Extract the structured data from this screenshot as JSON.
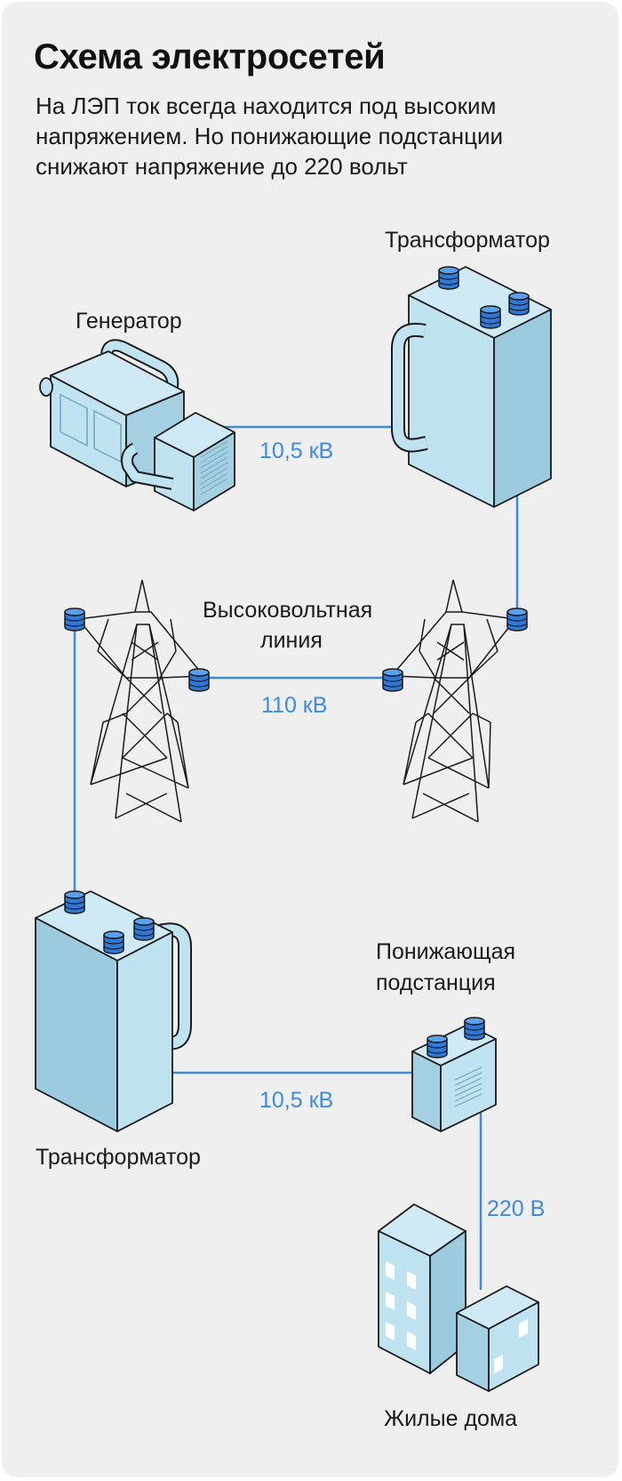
{
  "header": {
    "title": "Схема электросетей",
    "subtitle_lines": [
      "На ЛЭП ток всегда находится под высоким",
      "напряжением. Но понижающие подстанции",
      "снижают напряжение до 220 вольт"
    ]
  },
  "nodes": {
    "generator": "Генератор",
    "transformer_top": "Трансформатор",
    "hv_line_line1": "Высоковольтная",
    "hv_line_line2": "линия",
    "transformer_bottom": "Трансформатор",
    "substation_line1": "Понижающая",
    "substation_line2": "подстанция",
    "houses": "Жилые дома"
  },
  "voltages": {
    "generator_to_transformer": "10,5 кВ",
    "hv_line": "110 кВ",
    "transformer_to_substation": "10,5 кВ",
    "substation_to_houses": "220 В"
  },
  "colors": {
    "background": "#efefef",
    "wire": "#3d8ae0",
    "voltage_text": "#3d8ae0",
    "equipment_light": "#bfe3f0",
    "equipment_mid": "#a5d0e2",
    "equipment_dark": "#8fc0d6",
    "insulator": "#2f78d8",
    "outline": "#1a1a1a"
  }
}
